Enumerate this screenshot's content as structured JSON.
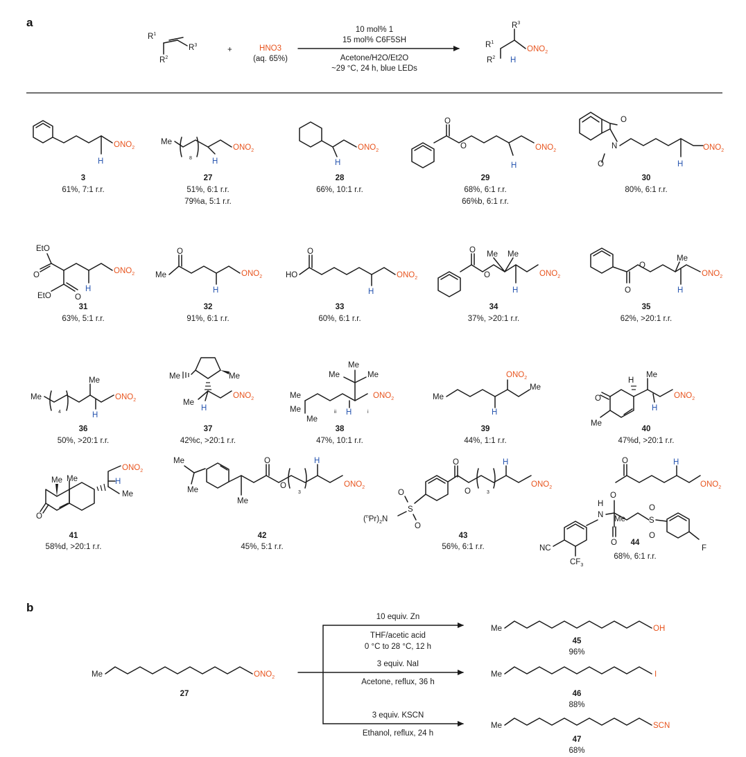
{
  "panels": {
    "a": "a",
    "b": "b"
  },
  "scheme_a": {
    "reagent": "HNO3",
    "reagent_sub": "(aq. 65%)",
    "above_arrow": [
      "10 mol% 1",
      "15 mol% C6F5SH"
    ],
    "below_arrow": [
      "Acetone/H2O/Et2O",
      "~29 °C, 24 h, blue LEDs"
    ]
  },
  "compounds": [
    {
      "id": "3",
      "yield": [
        "61%, 7:1 r.r."
      ]
    },
    {
      "id": "27",
      "yield": [
        "51%, 6:1 r.r.",
        "79%a, 5:1 r.r."
      ]
    },
    {
      "id": "28",
      "yield": [
        "66%, 10:1 r.r."
      ]
    },
    {
      "id": "29",
      "yield": [
        "68%, 6:1 r.r.",
        "66%b, 6:1 r.r."
      ]
    },
    {
      "id": "30",
      "yield": [
        "80%, 6:1 r.r."
      ]
    },
    {
      "id": "31",
      "yield": [
        "63%, 5:1 r.r."
      ]
    },
    {
      "id": "32",
      "yield": [
        "91%, 6:1 r.r."
      ]
    },
    {
      "id": "33",
      "yield": [
        "60%, 6:1 r.r."
      ]
    },
    {
      "id": "34",
      "yield": [
        "37%, >20:1 r.r."
      ]
    },
    {
      "id": "35",
      "yield": [
        "62%, >20:1 r.r."
      ]
    },
    {
      "id": "36",
      "yield": [
        "50%, >20:1 r.r."
      ]
    },
    {
      "id": "37",
      "yield": [
        "42%c, >20:1 r.r."
      ]
    },
    {
      "id": "38",
      "yield": [
        "47%, 10:1 r.r."
      ]
    },
    {
      "id": "39",
      "yield": [
        "44%, 1:1 r.r."
      ]
    },
    {
      "id": "40",
      "yield": [
        "47%d, >20:1 r.r."
      ]
    },
    {
      "id": "41",
      "yield": [
        "58%d, >20:1 r.r."
      ]
    },
    {
      "id": "42",
      "yield": [
        "45%, 5:1 r.r."
      ]
    },
    {
      "id": "43",
      "yield": [
        "56%, 6:1 r.r."
      ]
    },
    {
      "id": "44",
      "yield": [
        "68%, 6:1 r.r."
      ]
    }
  ],
  "scheme_b": {
    "start": "27",
    "routes": [
      {
        "above": "10 equiv. Zn",
        "below": [
          "THF/acetic acid",
          "0 °C to 28 °C, 12 h"
        ],
        "product": "45",
        "yield": "96%",
        "group": "OH"
      },
      {
        "above": "3 equiv. NaI",
        "below": [
          "Acetone, reflux, 36 h"
        ],
        "product": "46",
        "yield": "88%",
        "group": "I"
      },
      {
        "above": "3 equiv. KSCN",
        "below": [
          "Ethanol, reflux, 24 h"
        ],
        "product": "47",
        "yield": "68%",
        "group": "SCN"
      }
    ]
  },
  "colors": {
    "nitrate": "#e8541e",
    "hydrogen": "#2a57b0"
  }
}
